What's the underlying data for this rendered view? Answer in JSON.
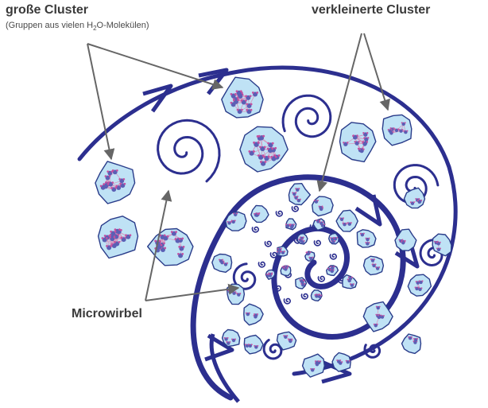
{
  "labels": {
    "large_clusters": "große Cluster",
    "large_clusters_note_pre": "(Gruppen aus vielen H",
    "large_clusters_note_sub": "2",
    "large_clusters_note_post": "O-Molekülen)",
    "small_clusters": "verkleinerte Cluster",
    "micro_vortex": "Microwirbel"
  },
  "colors": {
    "spiral": "#2c2f8f",
    "cluster_fill": "#bfe2f5",
    "cluster_stroke": "#2a3c8a",
    "node_fill": "#5b5fb5",
    "node_cap": "#c44fa0",
    "link": "#d98fb8",
    "arrow": "#666666",
    "text": "#3a3a3a"
  }
}
